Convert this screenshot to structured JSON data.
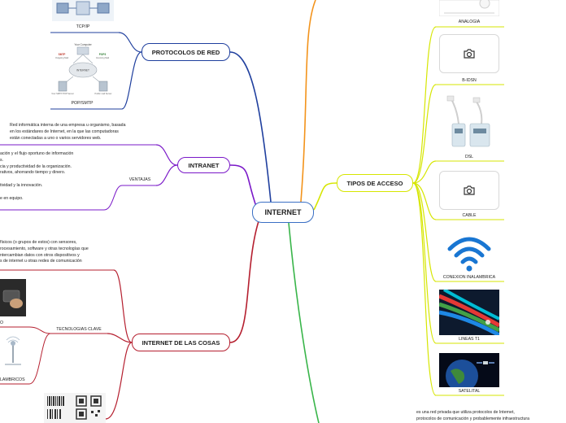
{
  "central": {
    "label": "INTERNET"
  },
  "topics": {
    "protocolos": "PROTOCOLOS DE RED",
    "intranet": "INTRANET",
    "iot": "INTERNET DE LAS COSAS",
    "tipos": "TIPOS DE ACCESO"
  },
  "protocolos": {
    "items": [
      "TCP/IP",
      "POP/SMTP"
    ]
  },
  "pop_diagram": {
    "top": "Your Computer",
    "left": "SMTP",
    "left_sub": "Outgoing Mail",
    "right": "POP3",
    "right_sub": "Incoming Mail",
    "center": "INTERNET",
    "bottom_left": "Your SMTP\nPOP Server",
    "bottom_right": "Public\nmail Server"
  },
  "intranet": {
    "definition": "Red informática interna de una empresa u organismo, basada\nen los estándares de Internet, en la que las computadoras\nestán conectadas a uno o varios servidores web.",
    "advantages": "ación y el flujo oportuno de información\ns.\ncia y productividad de la organización.\nrativos, ahorrando tiempo y dinero.\n\ntividad y la innovación.\n\ne en equipo.",
    "ventajas": "VENTAJAS"
  },
  "iot": {
    "definition": "físicos (o grupos de estos) con sensores,\nrocesamiento, software y otras tecnologías que\nntercambian datos con otros dispositivos y\ns de internet u otras redes de comunicación",
    "tecnologias": "TECNOLOGIAS CLAVE",
    "left_labels": [
      "O",
      "LAMBRICOS"
    ]
  },
  "tipos": {
    "items": [
      "ANALOGIA",
      "B-IDSN",
      "DSL",
      "CABLE",
      "CONEXION INALAMBRICA",
      "LINEAS T1",
      "SATELITAL"
    ]
  },
  "bottom_note": "es una red privada que utiliza protocolos de Internet,\nprotocolos de comunicación y probablemente infraestructura",
  "colors": {
    "protocolos": "#1f3f9e",
    "intranet": "#7a18c8",
    "iot": "#b51f2f",
    "tipos": "#d6e600",
    "top_branch": "#f3931b",
    "bottom_branch": "#39b54a"
  }
}
